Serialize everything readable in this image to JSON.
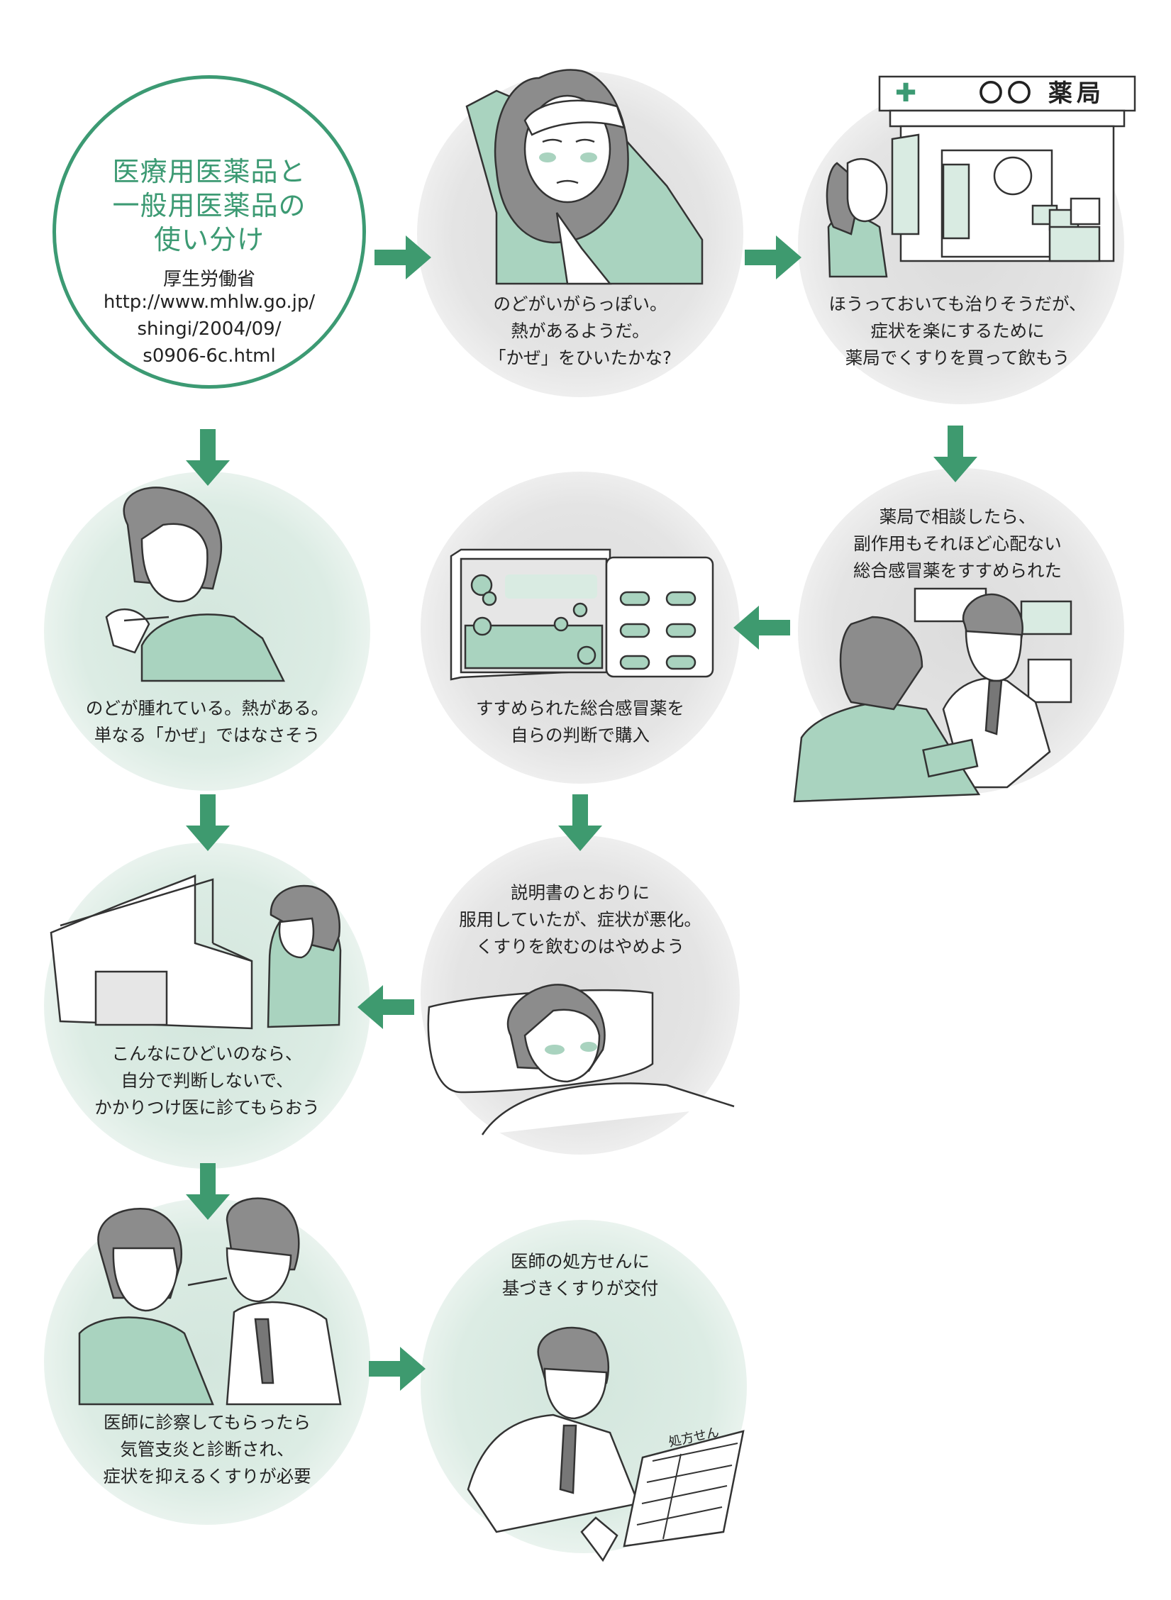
{
  "title": {
    "lines": [
      "医療用医薬品と",
      "一般用医薬品の",
      "使い分け"
    ],
    "source_lines": [
      "厚生労働省",
      "http://www.mhlw.go.jp/",
      "shingi/2004/09/",
      "s0906-6c.html"
    ]
  },
  "steps": {
    "s1": [
      "のどがいがらっぽい。",
      "熱があるようだ。",
      "「かぜ」をひいたかな?"
    ],
    "s2": [
      "ほうっておいても治りそうだが、",
      "症状を楽にするために",
      "薬局でくすりを買って飲もう"
    ],
    "s3": [
      "薬局で相談したら、",
      "副作用もそれほど心配ない",
      "総合感冒薬をすすめられた"
    ],
    "s4": [
      "すすめられた総合感冒薬を",
      "自らの判断で購入"
    ],
    "s5": [
      "のどが腫れている。熱がある。",
      "単なる「かぜ」ではなさそう"
    ],
    "s6": [
      "説明書のとおりに",
      "服用していたが、症状が悪化。",
      "くすりを飲むのはやめよう"
    ],
    "s7": [
      "こんなにひどいのなら、",
      "自分で判断しないで、",
      "かかりつけ医に診てもらおう"
    ],
    "s8": [
      "医師に診察してもらったら",
      "気管支炎と診断され、",
      "症状を抑えるくすりが必要"
    ],
    "s9": [
      "医師の処方せんに",
      "基づきくすりが交付"
    ]
  },
  "sign": {
    "label": "〇〇 薬局",
    "cross": "✚"
  },
  "prescription_label": "処方せん",
  "colors": {
    "accent": "#3c9a73",
    "arrow": "#3e9a6f",
    "figure_green": "#a9d3bf",
    "figure_gray": "#8c8c8c",
    "bubble_gray": "#e2e2e2",
    "bubble_green": "#d9ebe2"
  }
}
